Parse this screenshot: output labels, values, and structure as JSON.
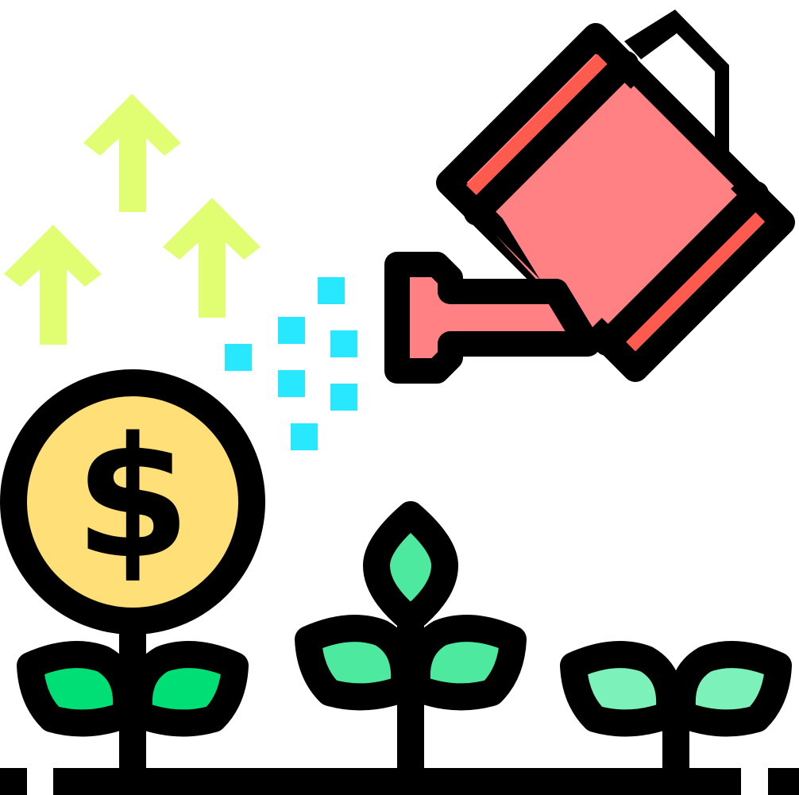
{
  "illustration": {
    "subject": [
      "watering-can",
      "money-coin-plant",
      "sprouts",
      "growth-arrows",
      "water-drops"
    ],
    "coin_symbol": "$",
    "colors": {
      "outline": "#000000",
      "background": "#ffffff",
      "can_body": "#ff8183",
      "can_bands": "#ff5a4e",
      "coin": "#ffdf77",
      "leaf_dark": "#00df76",
      "leaf_mid": "#4de99f",
      "leaf_light": "#7cf1ba",
      "arrows": "#e1fd71",
      "water": "#28e8ff"
    }
  }
}
